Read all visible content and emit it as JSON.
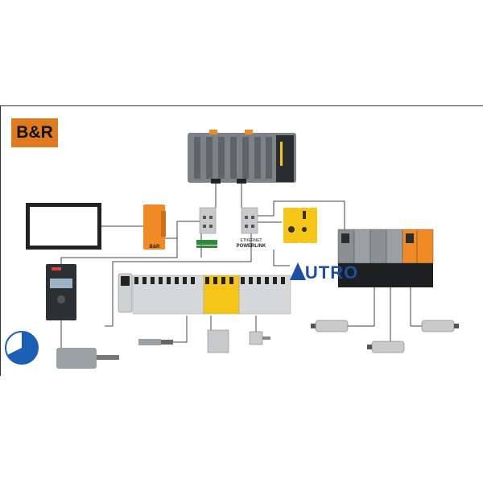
{
  "logo": {
    "text": "B&R",
    "color": "#e07a1f"
  },
  "diagram": {
    "hmi_brand": "B&R",
    "fieldbus_label": "POWERLINK",
    "fieldbus_sub": "ETHERNET",
    "watermark": "AUTRO",
    "accent_orange": "#f08a24",
    "safety_yellow": "#f5c518",
    "drive_gray": "#8a8f93",
    "link_color": "#444444"
  }
}
